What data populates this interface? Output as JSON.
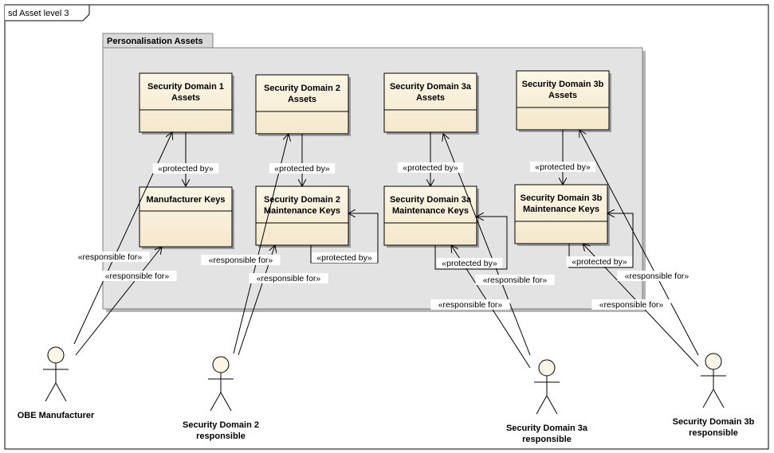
{
  "frame": {
    "title": "sd Asset level 3"
  },
  "package": {
    "title": "Personalisation Assets"
  },
  "classes": {
    "sd1_assets": [
      "Security Domain 1",
      "Assets"
    ],
    "sd2_assets": [
      "Security Domain 2",
      "Assets"
    ],
    "sd3a_assets": [
      "Security Domain 3a",
      "Assets"
    ],
    "sd3b_assets": [
      "Security Domain 3b",
      "Assets"
    ],
    "man_keys": [
      "Manufacturer Keys"
    ],
    "sd2_keys": [
      "Security Domain 2",
      "Maintenance Keys"
    ],
    "sd3a_keys": [
      "Security Domain 3a",
      "Maintenance Keys"
    ],
    "sd3b_keys": [
      "Security Domain 3b",
      "Maintenance Keys"
    ]
  },
  "labels": {
    "protected_by": "«protected by»",
    "responsible_for": "«responsible for»"
  },
  "actors": {
    "obe": [
      "OBE Manufacturer"
    ],
    "sd2": [
      "Security Domain 2",
      "responsible"
    ],
    "sd3a": [
      "Security Domain 3a",
      "responsible"
    ],
    "sd3b": [
      "Security Domain 3b",
      "responsible"
    ]
  }
}
